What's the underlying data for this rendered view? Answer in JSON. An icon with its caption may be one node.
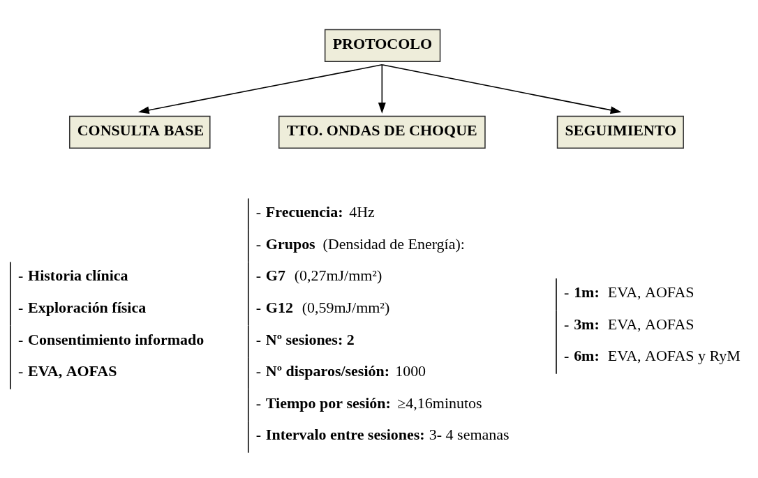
{
  "diagram": {
    "nodes": [
      {
        "text": [
          "PROTOCOLO"
        ]
      },
      {
        "text": [
          "CONSULTA BASE"
        ],
        "beside": [
          "- **Historia clínica**",
          "- **Exploración física**",
          "- **Consentimiento informado**",
          "- **EVA, AOFAS**"
        ]
      },
      {
        "text": [
          "TTO. ONDAS DE CHOQUE"
        ],
        "beside": [
          "- **Frecuencia:** 4Hz",
          "- **Grupos** (Densidad de Energía):",
          "- **G7** (0,27mJ/mm²)",
          "- **G12** (0,59mJ/mm²)",
          "- **Nº sesiones: 2**",
          "- **Nº disparos/sesión:** 1000",
          "- **Tiempo por sesión:** ≥4,16minutos",
          "- **Intervalo entre sesiones:** 3- 4 semanas"
        ]
      },
      {
        "text": [
          "SEGUIMIENTO"
        ],
        "beside": [
          "- **1m:** EVA, AOFAS",
          "- **3m:** EVA, AOFAS",
          "- **6m:** EVA, AOFAS y RyM"
        ]
      }
    ],
    "edges": [
      {
        "from": 0,
        "to": 1,
        "arrow": "to"
      },
      {
        "from": 0,
        "to": 2,
        "arrow": "to"
      },
      {
        "from": 0,
        "to": 3,
        "arrow": "to"
      }
    ]
  }
}
